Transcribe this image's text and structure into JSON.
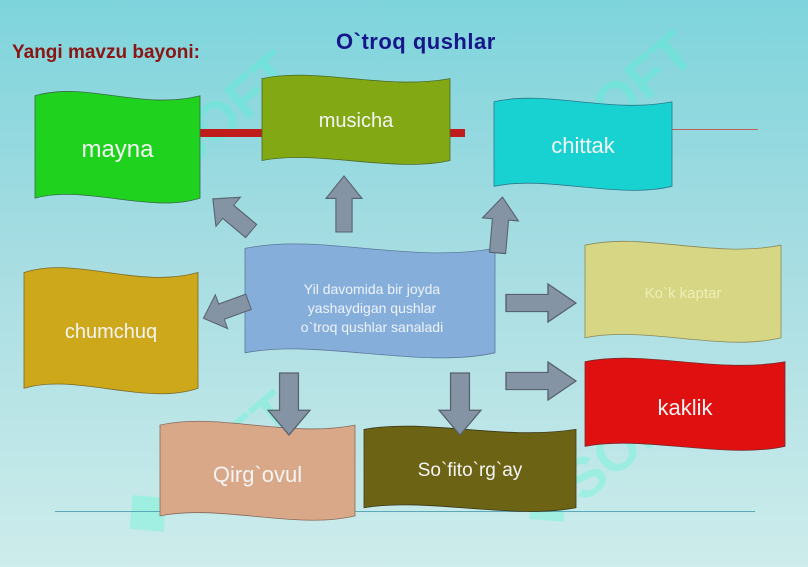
{
  "slide": {
    "title": "O`troq qushlar",
    "subtitle": "Yangi mavzu bayoni:"
  },
  "center": {
    "line1": "Yil davomida bir  joyda",
    "line2": "yashaydigan qushlar",
    "line3": "o`troq qushlar sanaladi"
  },
  "birds": {
    "mayna": "mayna",
    "musicha": "musicha",
    "chittak": "chittak",
    "chumchuq": "chumchuq",
    "kok_kaptar": "Ko`k kaptar",
    "kaklik": "kaklik",
    "qirgovul": "Qirg`ovul",
    "sofitorgay": "So`fito`rg`ay"
  },
  "watermark": {
    "text": "SOFT"
  },
  "colors": {
    "background": "#9ed8e0",
    "title": "#16168a",
    "subtitle": "#8b1414",
    "mayna": "#1ed21e",
    "musicha": "#82a814",
    "chittak": "#18d2d2",
    "chumchuq": "#cca81a",
    "kok_kaptar": "#d6d684",
    "kaklik": "#e01010",
    "qirgovul": "#d8a888",
    "sofitorgay": "#6c6414",
    "center": "#86aedb",
    "arrow": "#8494a4",
    "connector": "#c01c1c"
  }
}
